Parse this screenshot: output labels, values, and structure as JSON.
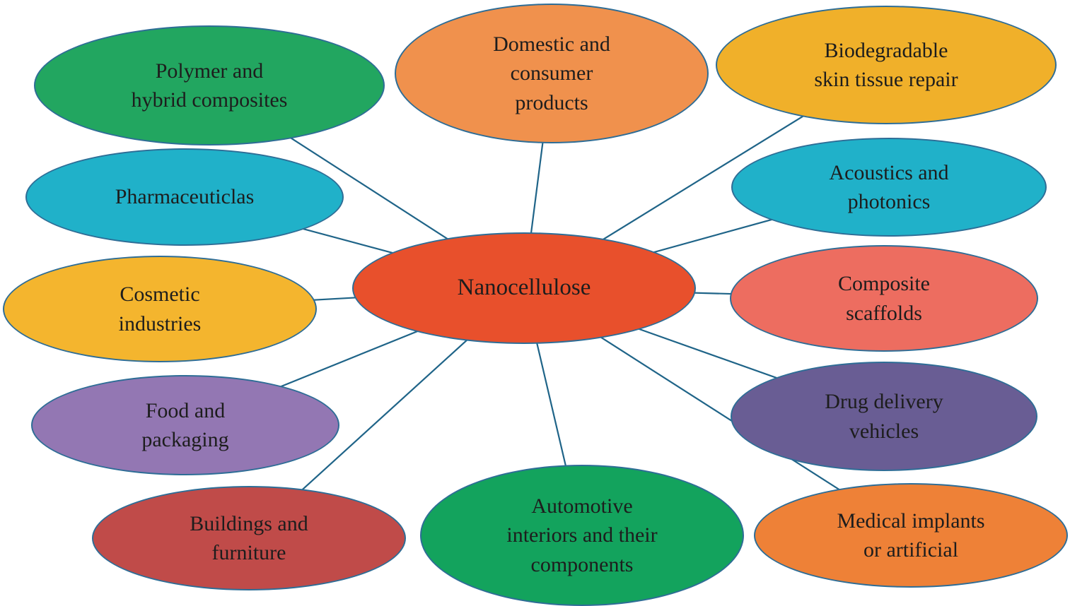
{
  "colors": {
    "background": "#ffffff",
    "ellipse_border": "#2e6d96",
    "connector": "#1f6488",
    "text": "#1d1d1d"
  },
  "center": {
    "label": "Nanocellulose",
    "color": "#e8502c"
  },
  "nodes": [
    {
      "id": "polymer",
      "label": "Polymer and\nhybrid composites",
      "color": "#22a660"
    },
    {
      "id": "domestic",
      "label": "Domestic and\nconsumer\nproducts",
      "color": "#f0914d"
    },
    {
      "id": "biodegradable",
      "label": "Biodegradable\nskin tissue repair",
      "color": "#f0b02a"
    },
    {
      "id": "pharma",
      "label": "Pharmaceuticlas",
      "color": "#20b1c9"
    },
    {
      "id": "acoustics",
      "label": "Acoustics and\nphotonics",
      "color": "#20b1c9"
    },
    {
      "id": "cosmetic",
      "label": "Cosmetic\nindustries",
      "color": "#f4b52e"
    },
    {
      "id": "composite",
      "label": "Composite\nscaffolds",
      "color": "#ed6d60"
    },
    {
      "id": "food",
      "label": "Food and\npackaging",
      "color": "#9377b3"
    },
    {
      "id": "drug",
      "label": "Drug delivery\nvehicles",
      "color": "#695d94"
    },
    {
      "id": "buildings",
      "label": "Buildings and\nfurniture",
      "color": "#c04b49"
    },
    {
      "id": "automotive",
      "label": "Automotive\ninteriors and their\ncomponents",
      "color": "#13a35d"
    },
    {
      "id": "medical",
      "label": "Medical implants\nor artificial",
      "color": "#ee8137"
    }
  ]
}
